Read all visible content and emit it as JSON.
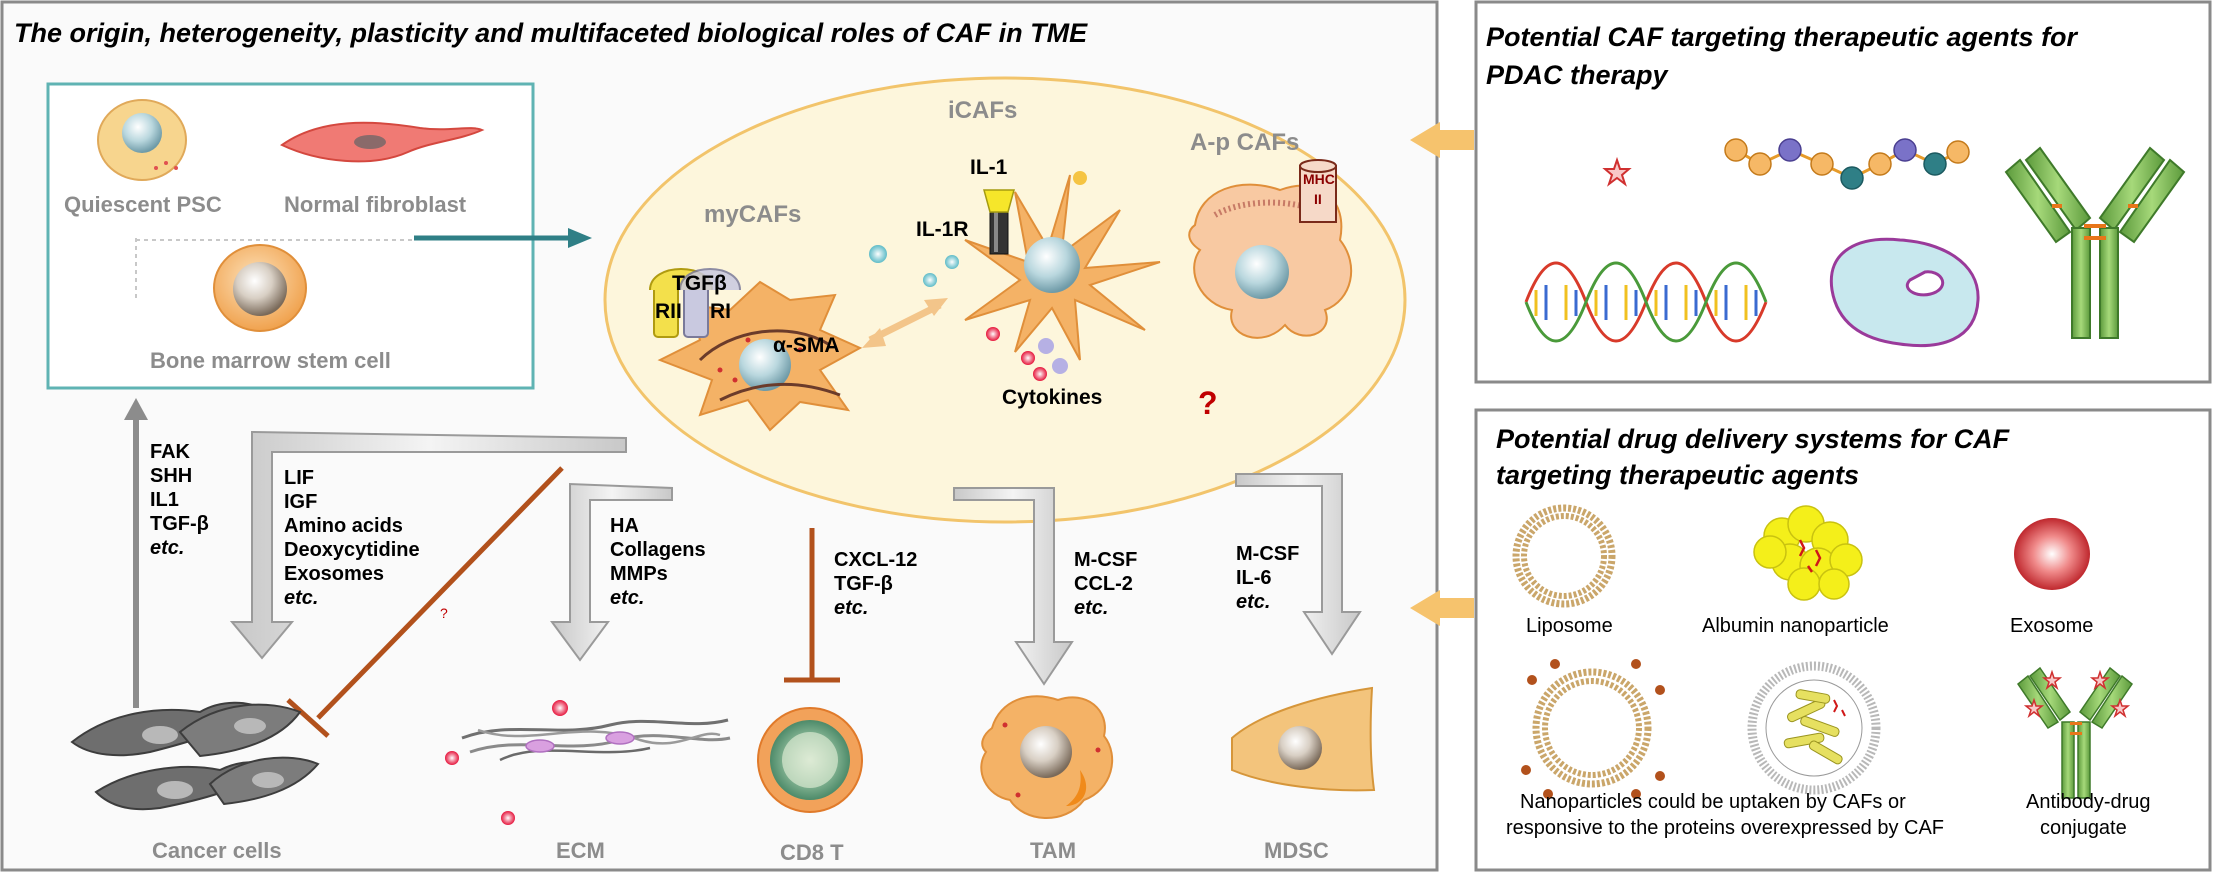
{
  "left_panel": {
    "title": "The origin, heterogeneity, plasticity and multifaceted biological roles of CAF in TME",
    "origins": {
      "quiescent_psc": "Quiescent  PSC",
      "normal_fibroblast": "Normal fibroblast",
      "bone_marrow": "Bone marrow stem cell"
    },
    "subtypes": {
      "icafs": "iCAFs",
      "mycafs": "myCAFs",
      "apcafs": "A-p CAFs",
      "il1": "IL-1",
      "il1r": "IL-1R",
      "tgfb": "TGFβ",
      "rii": "RII",
      "ri": "RI",
      "asma": "α-SMA",
      "mhc": "MHC",
      "mhc2": "II",
      "cytokines": "Cytokines",
      "question": "?"
    },
    "factor_groups": [
      {
        "lines": [
          "FAK",
          "SHH",
          "IL1",
          "TGF-β"
        ],
        "etc": "etc."
      },
      {
        "lines": [
          "LIF",
          "IGF",
          "Amino acids",
          "Deoxycytidine",
          "Exosomes"
        ],
        "etc": "etc."
      },
      {
        "lines": [
          "HA",
          "Collagens",
          "MMPs"
        ],
        "etc": "etc."
      },
      {
        "lines": [
          "CXCL-12",
          "TGF-β"
        ],
        "etc": "etc."
      },
      {
        "lines": [
          "M-CSF",
          "CCL-2"
        ],
        "etc": "etc."
      },
      {
        "lines": [
          "M-CSF",
          "IL-6"
        ],
        "etc": "etc."
      }
    ],
    "small_question": "?",
    "targets": {
      "cancer": "Cancer cells",
      "ecm": "ECM",
      "cd8": "CD8 T",
      "tam": "TAM",
      "mdsc": "MDSC"
    }
  },
  "top_right": {
    "title_line1": "Potential CAF targeting  therapeutic agents for",
    "title_line2": "PDAC therapy"
  },
  "bottom_right": {
    "title_line1": "Potential drug delivery systems for CAF",
    "title_line2": "targeting therapeutic agents",
    "liposome": "Liposome",
    "albumin": "Albumin nanoparticle",
    "exosome": "Exosome",
    "np_line1": "Nanoparticles could be uptaken by CAFs or",
    "np_line2": "responsive to the proteins overexpressed by CAF",
    "adc_line1": "Antibody-drug",
    "adc_line2": "conjugate"
  },
  "colors": {
    "panel_border": "#8a8a8a",
    "origin_box": "#5fb3b3",
    "ellipse_fill": "#fdf6dc",
    "ellipse_stroke": "#f2c46b",
    "cell_orange": "#f4b266",
    "teal_arrow": "#2f7f86",
    "inhibit": "#b2511c",
    "block_arrow": "#f6c36d"
  }
}
